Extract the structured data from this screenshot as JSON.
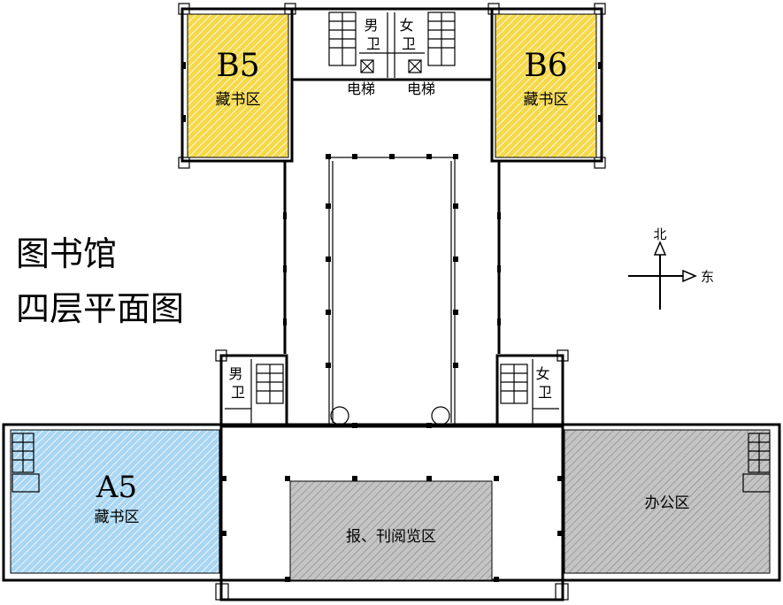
{
  "title": {
    "line1": "图书馆",
    "line2": "四层平面图"
  },
  "compass": {
    "north": "北",
    "east": "东"
  },
  "zones": {
    "b5": {
      "code": "B5",
      "name": "藏书区",
      "fill": "#f5d94a"
    },
    "b6": {
      "code": "B6",
      "name": "藏书区",
      "fill": "#f5d94a"
    },
    "a5": {
      "code": "A5",
      "name": "藏书区",
      "fill": "#a9d6f2"
    },
    "reading": {
      "name": "报、刊阅览区",
      "fill": "#c8c8c8"
    },
    "office": {
      "name": "办公区",
      "fill": "#c8c8c8"
    }
  },
  "restrooms": {
    "top_men": "男\n卫",
    "top_women": "女\n卫",
    "left_men": "男\n卫",
    "right_women": "女\n卫"
  },
  "elevators": {
    "left": "电梯",
    "right": "电梯"
  }
}
